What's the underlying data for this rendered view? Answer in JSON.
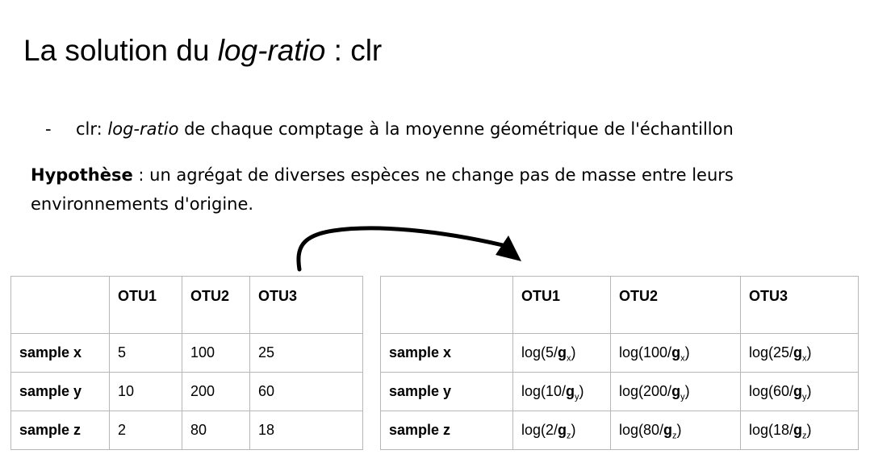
{
  "slide": {
    "title_main": "La solution du ",
    "title_italic": "log-ratio",
    "title_tail": " : clr"
  },
  "bullet": {
    "marker": "-",
    "lead": "clr: ",
    "italic": "log-ratio",
    "rest": " de chaque comptage à la moyenne géométrique de l'échantillon"
  },
  "hypothesis": {
    "label": "Hypothèse",
    "text": " : un agrégat de diverses espèces ne change pas de masse entre leurs environnements d'origine."
  },
  "table_counts": {
    "headers": [
      "",
      "OTU1",
      "OTU2",
      "OTU3"
    ],
    "rows": [
      {
        "label": "sample x",
        "values": [
          "5",
          "100",
          "25"
        ]
      },
      {
        "label": "sample y",
        "values": [
          "10",
          "200",
          "60"
        ]
      },
      {
        "label": "sample z",
        "values": [
          "2",
          "80",
          "18"
        ]
      }
    ]
  },
  "table_clr": {
    "headers": [
      "",
      "OTU1",
      "OTU2",
      "OTU3"
    ],
    "rows": [
      {
        "label": "sample x",
        "subscript": "x",
        "cells": [
          {
            "pre": "log(5/"
          },
          {
            "pre": "log(100/"
          },
          {
            "pre": "log(25/"
          }
        ]
      },
      {
        "label": "sample y",
        "subscript": "y",
        "cells": [
          {
            "pre": "log(10/"
          },
          {
            "pre": "log(200/"
          },
          {
            "pre": "log(60/"
          }
        ]
      },
      {
        "label": "sample z",
        "subscript": "z",
        "cells": [
          {
            "pre": "log(2/"
          },
          {
            "pre": "log(80/"
          },
          {
            "pre": "log(18/"
          }
        ]
      }
    ],
    "g_symbol": "g",
    "close_paren": ")"
  },
  "colors": {
    "text": "#000000",
    "table_border": "#b7b7b7",
    "background": "#ffffff"
  },
  "icons": {
    "arrow": "curved-arrow-icon"
  }
}
